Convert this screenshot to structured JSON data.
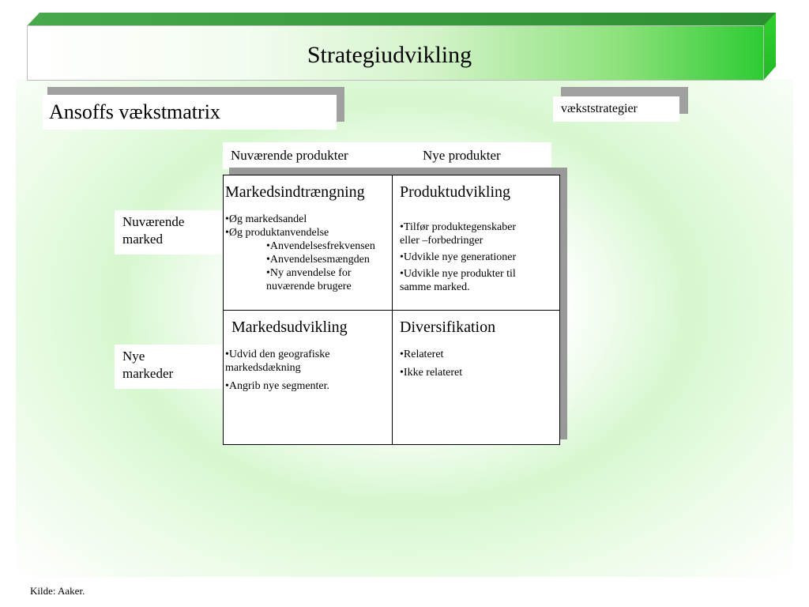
{
  "slide": {
    "title": "Strategiudvikling",
    "subtitle": "Ansoffs vækstmatrix",
    "tag": "vækststrategier",
    "source": "Kilde: Aaker."
  },
  "matrix": {
    "columns": [
      "Nuværende produkter",
      "Nye produkter"
    ],
    "rows": [
      "Nuværende marked",
      "Nye markeder"
    ],
    "cells": {
      "top_left": {
        "title": "Markedsindtrængning",
        "items": [
          "•Øg markedsandel",
          "•Øg produktanvendelse",
          "•Anvendelsesfrekvensen",
          "•Anvendelsesmængden",
          "•Ny anvendelse for nuværende brugere"
        ]
      },
      "top_right": {
        "title": "Produktudvikling",
        "items": [
          "•Tilfør produktegenskaber eller –forbedringer",
          "•Udvikle nye generationer",
          "•Udvikle nye produkter til samme marked."
        ]
      },
      "bottom_left": {
        "title": "Markedsudvikling",
        "items": [
          "•Udvid den geografiske markedsdækning",
          "•Angrib nye segmenter."
        ]
      },
      "bottom_right": {
        "title": "Diversifikation",
        "items": [
          "•Relateret",
          "•Ikke relateret"
        ]
      }
    }
  },
  "colors": {
    "banner_green": "#2ecb33",
    "banner_dark_green": "#2c8f31",
    "glow_green": "#d6f7cf",
    "shadow_gray": "#a0a0a0"
  }
}
